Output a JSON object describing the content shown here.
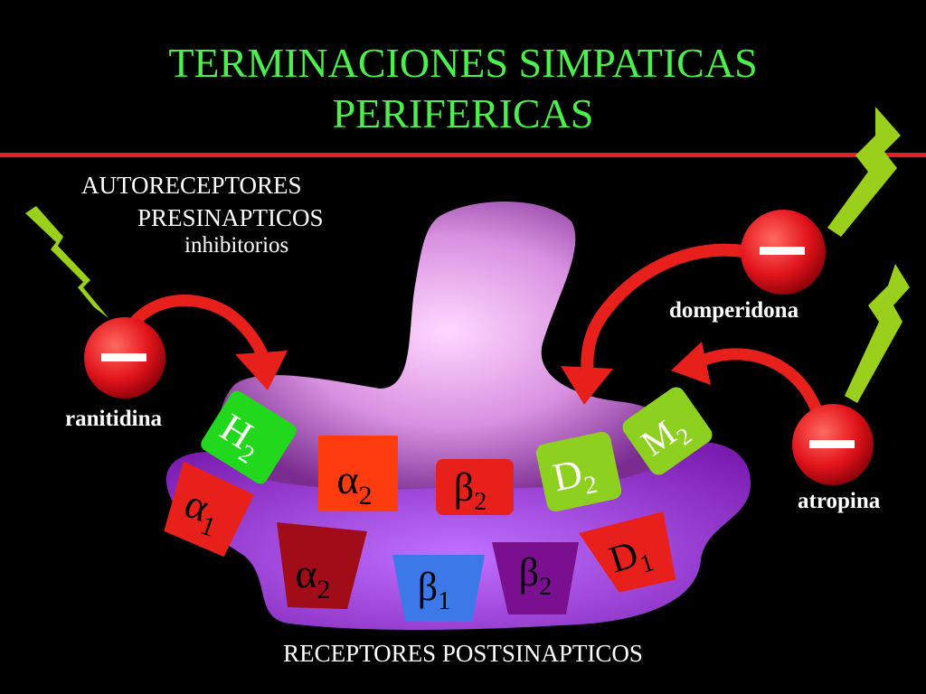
{
  "title": {
    "line1": "TERMINACIONES SIMPATICAS",
    "line2": "PERIFERICAS"
  },
  "autoreceptors": {
    "line1": "AUTORECEPTORES",
    "line2": "PRESINAPTICOS",
    "line3": "inhibitorios"
  },
  "postsynaptic_label": "RECEPTORES POSTSINAPTICOS",
  "drugs": {
    "ranitidina": "ranitidina",
    "domperidona": "domperidona",
    "atropina": "atropina"
  },
  "receptors": {
    "h2": {
      "symbol": "H",
      "sub": "2"
    },
    "a2_pre": {
      "symbol": "α",
      "sub": "2"
    },
    "b2_pre": {
      "symbol": "β",
      "sub": "2"
    },
    "d2": {
      "symbol": "D",
      "sub": "2"
    },
    "m2": {
      "symbol": "M",
      "sub": "2"
    },
    "a1": {
      "symbol": "α",
      "sub": "1"
    },
    "a2_post": {
      "symbol": "α",
      "sub": "2"
    },
    "b1": {
      "symbol": "β",
      "sub": "1"
    },
    "b2_post": {
      "symbol": "β",
      "sub": "2"
    },
    "d1": {
      "symbol": "D",
      "sub": "1"
    }
  },
  "colors": {
    "title": "#4cf04c",
    "rule": "#e8201c",
    "inhibitor": "#e2141c",
    "arrow": "#e8201c",
    "bolt": "#9ad01c",
    "terminal": "#cc7ad8",
    "postsynaptic": "#9a34c8",
    "green_receptor": "#22d81c",
    "lime_receptor": "#8ed020",
    "red_receptor": "#e8201c",
    "orange_receptor": "#ff3c10",
    "darkred_receptor": "#a00c18",
    "blue_receptor": "#3c78e8",
    "purple_receptor": "#7a1090"
  },
  "icons": {
    "inhibitor": "minus-icon",
    "stimulus": "lightning-bolt-icon"
  }
}
